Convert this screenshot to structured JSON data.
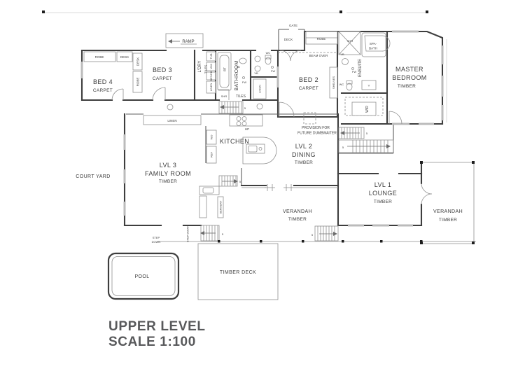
{
  "page": {
    "background": "#ffffff",
    "ink": "#3c3c3c",
    "light_line": "#8e8e8e",
    "window_line": "#bbbbbb",
    "title_color": "#58595b"
  },
  "title": {
    "line1": "UPPER LEVEL",
    "line2": "SCALE 1:100"
  },
  "rooms": {
    "bed4": {
      "name": "BED 4",
      "finish": "CARPET"
    },
    "bed3": {
      "name": "BED 3",
      "finish": "CARPET"
    },
    "bed2": {
      "name": "BED 2",
      "finish": "CARPET"
    },
    "master": {
      "name_line1": "MASTER",
      "name_line2": "BEDROOM",
      "finish": "TIMBER"
    },
    "family": {
      "level": "LVL 3",
      "name": "FAMILY ROOM",
      "finish": "TIMBER"
    },
    "dining": {
      "level": "LVL 2",
      "name": "DINING",
      "finish": "TIMBER"
    },
    "lounge": {
      "level": "LVL 1",
      "name": "LOUNGE",
      "finish": "TIMBER"
    },
    "kitchen": {
      "name": "KITCHEN"
    },
    "bathroom": {
      "name": "BATHROOM"
    },
    "ensuite": {
      "name": "ENSUITE"
    },
    "laundry": {
      "name": "L'DRY"
    },
    "wir": {
      "name": "WIR"
    },
    "verandah_mid": {
      "name": "VERANDAH",
      "finish": "TIMBER"
    },
    "verandah_right": {
      "name": "VERANDAH",
      "finish": "TIMBER"
    },
    "courtyard": {
      "name": "COURT YARD"
    },
    "pool": {
      "name": "POOL"
    },
    "timber_deck": {
      "name": "TIMBER DECK"
    }
  },
  "labels": {
    "robe": "ROBE",
    "desk": "DESK",
    "ramp": "RAMP",
    "gate": "GATE",
    "deck": "DECK",
    "beam_over": "BEAM OVER",
    "linen": "LINEN",
    "tiles": "TILES",
    "bt": "BT",
    "vb": "VB",
    "wc": "WC",
    "fw": "FW",
    "shr": "SHR",
    "spa_line1": "SPA-",
    "spa_line2": "BATH",
    "tub": "TUB",
    "wm": "WM",
    "bench": "BENCH",
    "shelves": "SHELVES",
    "v": "V",
    "hp": "HP",
    "wo": "WO",
    "ref": "REF",
    "servery": "SERVERY",
    "step": "STEP",
    "down": "DOWN",
    "step_down": "STEP DOWN",
    "dumbwaiter_line1": "PROVISION FOR",
    "dumbwaiter_line2": "FUTURE DUMBWAITER",
    "five": "5"
  }
}
